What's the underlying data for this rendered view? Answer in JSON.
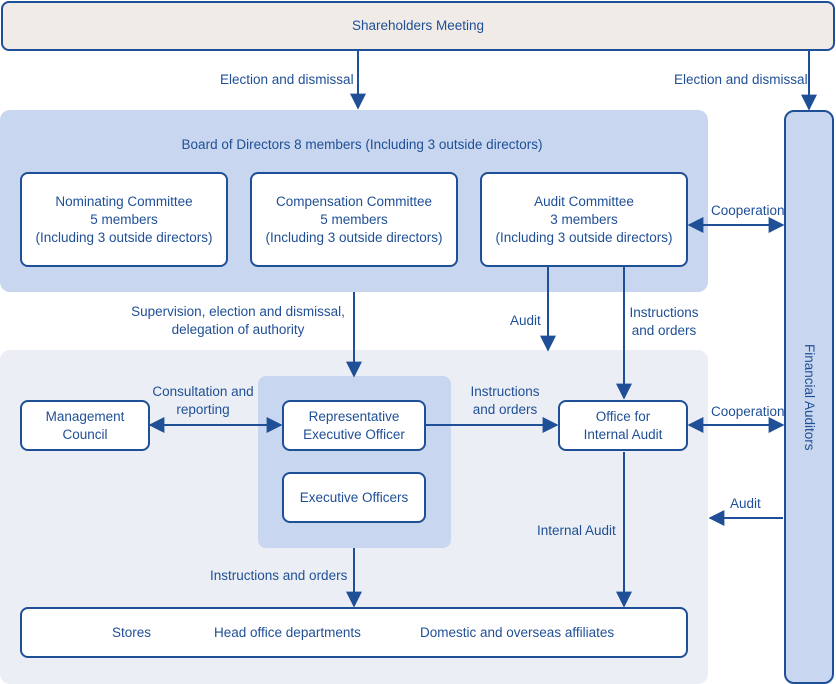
{
  "shareholders": "Shareholders Meeting",
  "board": {
    "title": "Board of Directors 8 members (Including 3 outside directors)"
  },
  "committees": [
    {
      "name": "Nominating Committee",
      "members": "5 members",
      "note": "(Including 3 outside directors)"
    },
    {
      "name": "Compensation Committee",
      "members": "5 members",
      "note": "(Including 3 outside directors)"
    },
    {
      "name": "Audit Committee",
      "members": "3 members",
      "note": "(Including 3 outside directors)"
    }
  ],
  "financial_auditors": "Financial Auditors",
  "management_council": [
    "Management",
    "Council"
  ],
  "rep_officer": [
    "Representative",
    "Executive Officer"
  ],
  "exec_officers": "Executive Officers",
  "internal_audit_office": [
    "Office for",
    "Internal Audit"
  ],
  "bottom_units": [
    "Stores",
    "Head office departments",
    "Domestic and overseas affiliates"
  ],
  "labels": {
    "election_left": "Election and dismissal",
    "election_right": "Election and dismissal",
    "cooperation_top": "Cooperation",
    "cooperation_mid": "Cooperation",
    "supervision": [
      "Supervision, election and dismissal,",
      "delegation of authority"
    ],
    "audit_mid": "Audit",
    "instructions_top": [
      "Instructions",
      "and orders"
    ],
    "consultation": [
      "Consultation and",
      "reporting"
    ],
    "instructions_mid": [
      "Instructions",
      "and orders"
    ],
    "internal_audit": "Internal Audit",
    "audit_right": "Audit",
    "instructions_bottom": "Instructions and orders"
  },
  "colors": {
    "primary": "#1f4f96",
    "board_bg": "#c8d7ef",
    "exec_region_bg": "#ebeff5",
    "exec_group_bg": "#c8d7ef",
    "shareholders_bg": "#f1ebe7"
  }
}
